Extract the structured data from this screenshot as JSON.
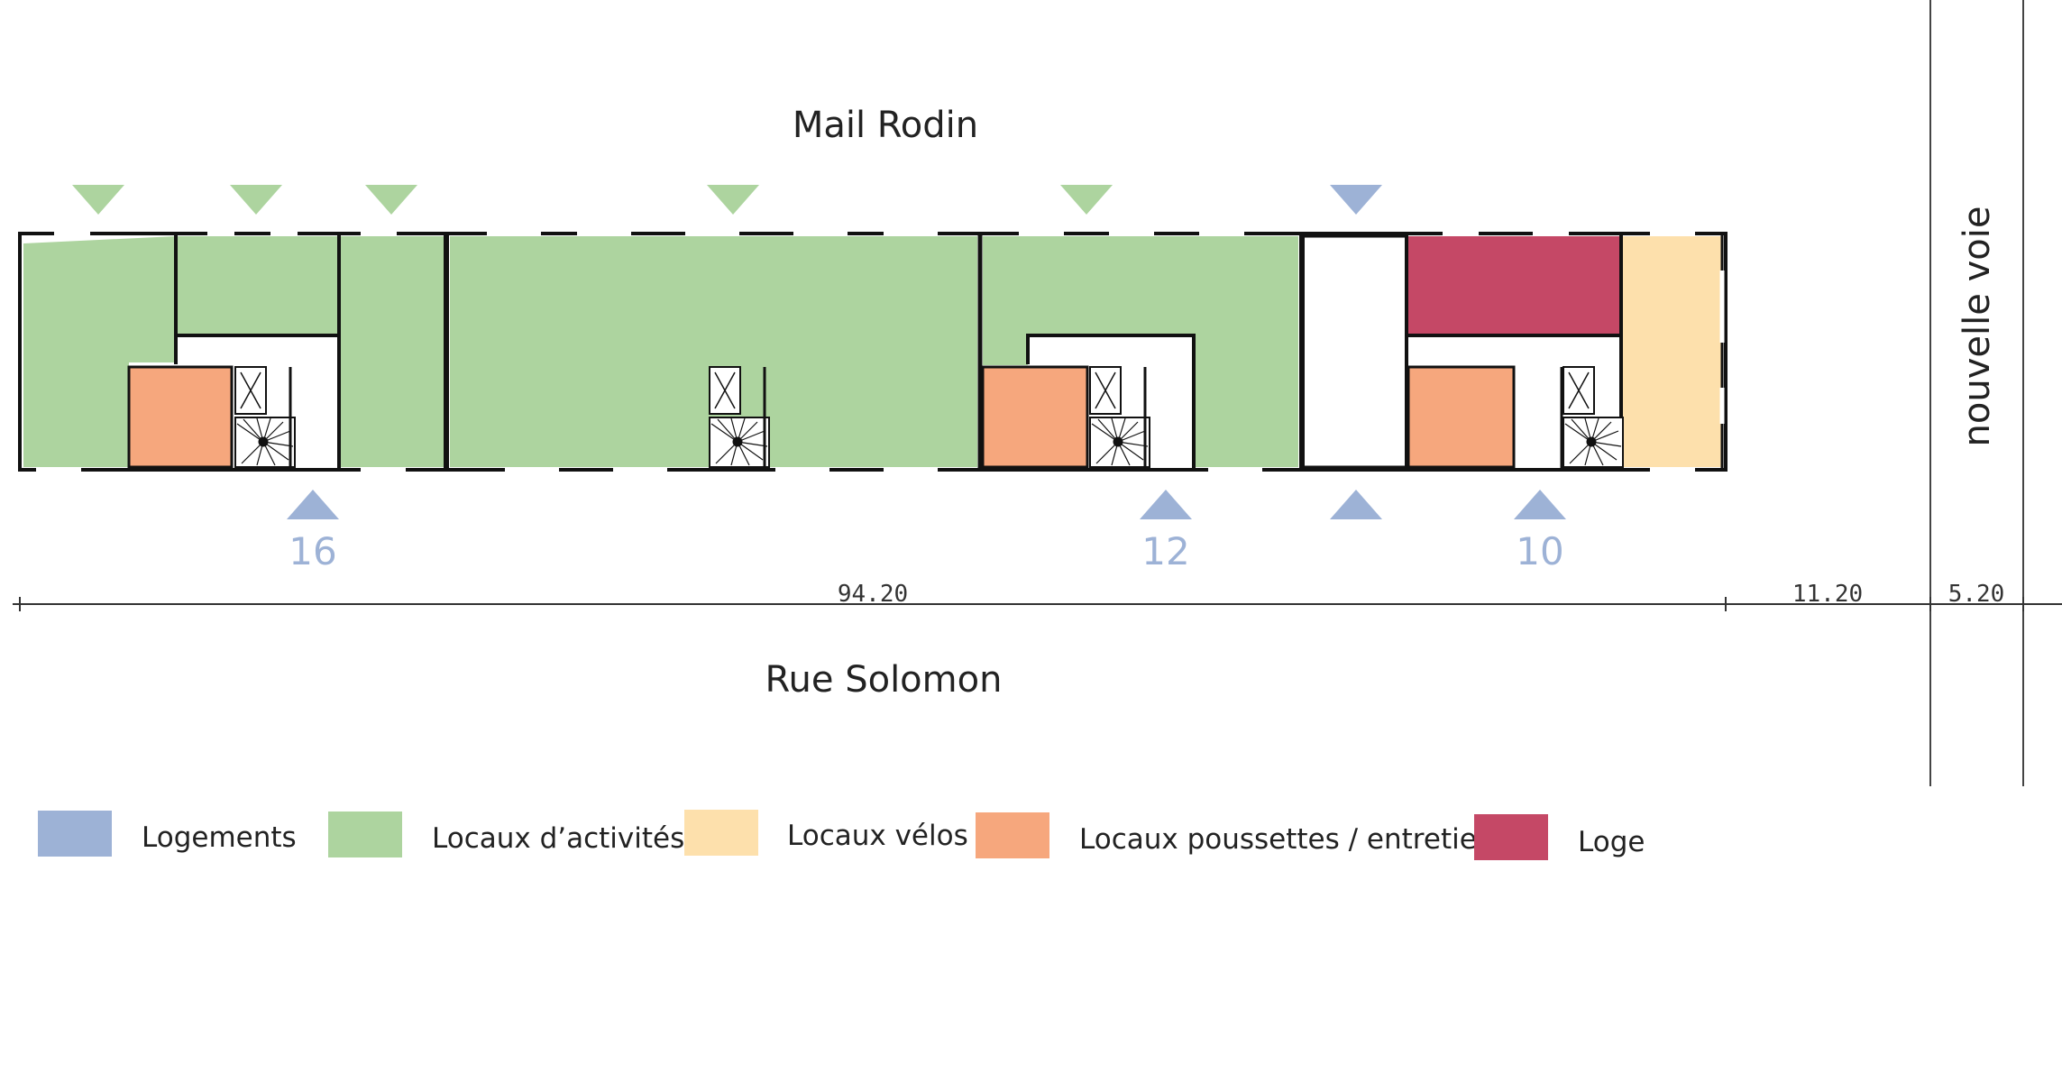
{
  "streets": {
    "north": "Mail Rodin",
    "south": "Rue Solomon",
    "east": "nouvelle voie"
  },
  "entrances": [
    {
      "number": "16"
    },
    {
      "number": "12"
    },
    {
      "number": "10"
    }
  ],
  "dimensions": [
    "94.20",
    "11.20",
    "5.20"
  ],
  "colors": {
    "logements": "#9db2d6",
    "activites": "#add49f",
    "velos": "#fde0ac",
    "poussettes": "#f6a77d",
    "loge": "#c54866"
  },
  "legend": [
    {
      "label": "Logements",
      "color": "#9db2d6"
    },
    {
      "label": "Locaux d’activités",
      "color": "#add49f"
    },
    {
      "label": "Locaux vélos",
      "color": "#fde0ac"
    },
    {
      "label": "Locaux poussettes / entretien",
      "color": "#f6a77d"
    },
    {
      "label": "Loge",
      "color": "#c54866"
    }
  ]
}
